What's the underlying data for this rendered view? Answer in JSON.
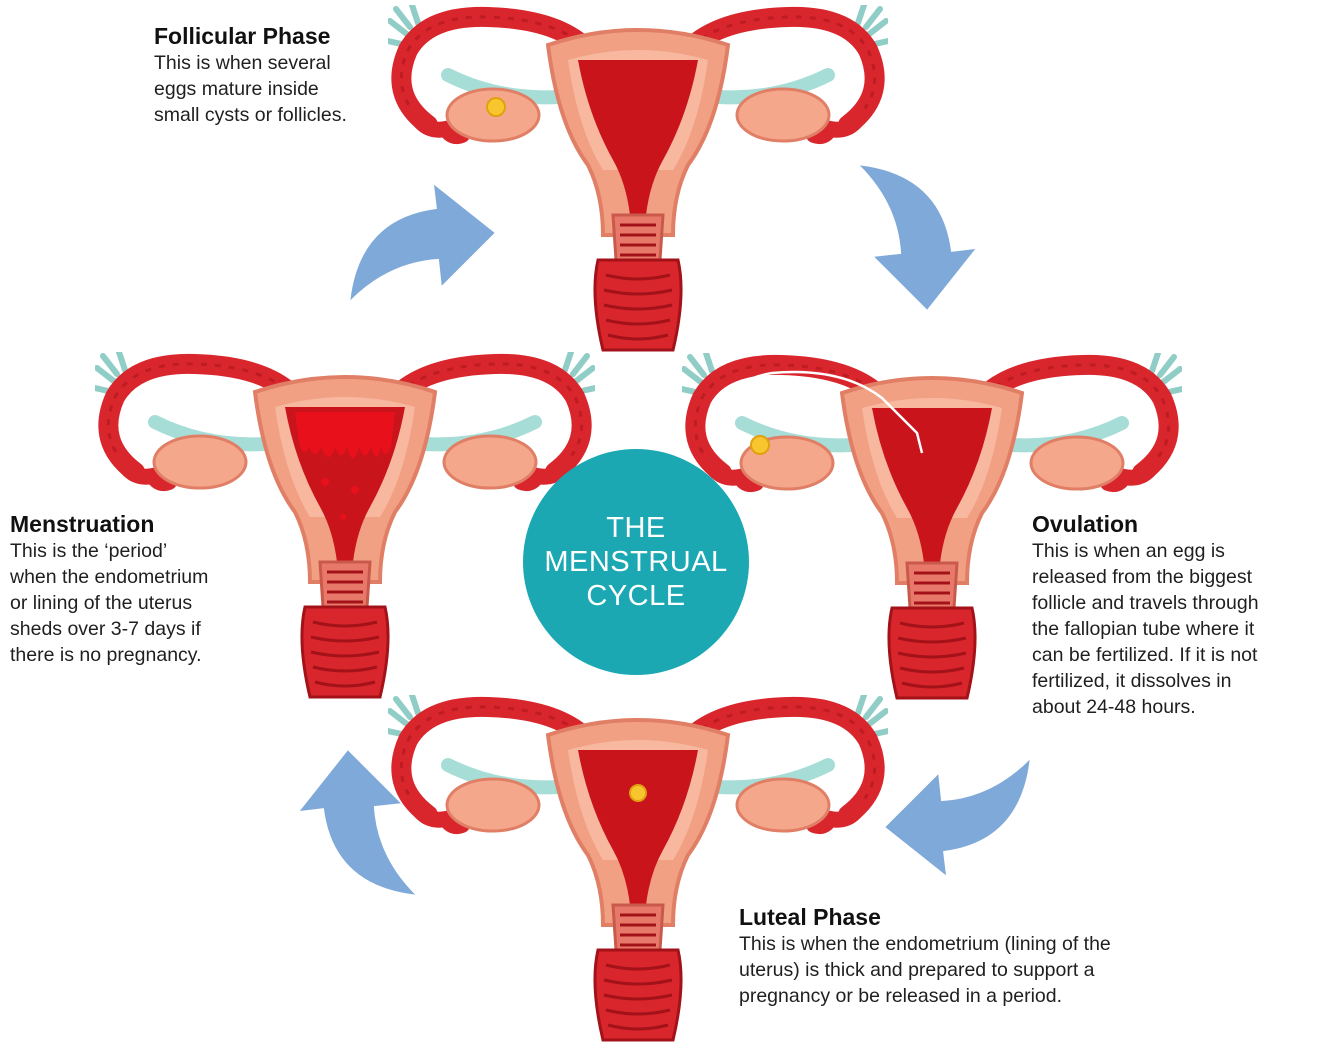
{
  "title": "THE\nMENSTRUAL\nCYCLE",
  "colors": {
    "uterus_red": "#d9262d",
    "uterus_dark": "#a31218",
    "tissue_pink": "#f2a084",
    "ovary_pink": "#f5a78b",
    "fimbriae_teal": "#a7ddd7",
    "egg_yellow": "#f7c62f",
    "arrow_blue": "#7ea9d8",
    "center_teal": "#1ba8b3"
  },
  "phases": {
    "follicular": {
      "name": "Follicular Phase",
      "description": "This is when several\neggs mature inside\nsmall cysts or follicles."
    },
    "ovulation": {
      "name": "Ovulation",
      "description": "This is when an egg is\nreleased from the biggest\nfollicle and travels through\nthe fallopian tube where it\ncan be fertilized. If it is not\nfertilized, it dissolves in\nabout 24-48 hours."
    },
    "luteal": {
      "name": "Luteal Phase",
      "description": "This is when the endometrium (lining of the\nuterus) is thick and prepared to support a\npregnancy or be released in a period."
    },
    "menstruation": {
      "name": "Menstruation",
      "description": "This is the ‘period’\nwhen the endometrium\nor lining of the uterus\nsheds over 3-7 days if\nthere is no pregnancy."
    }
  },
  "icons": {
    "uterus": "uterus-illustration",
    "egg": "egg-icon",
    "arrow": "cycle-arrow-icon"
  }
}
